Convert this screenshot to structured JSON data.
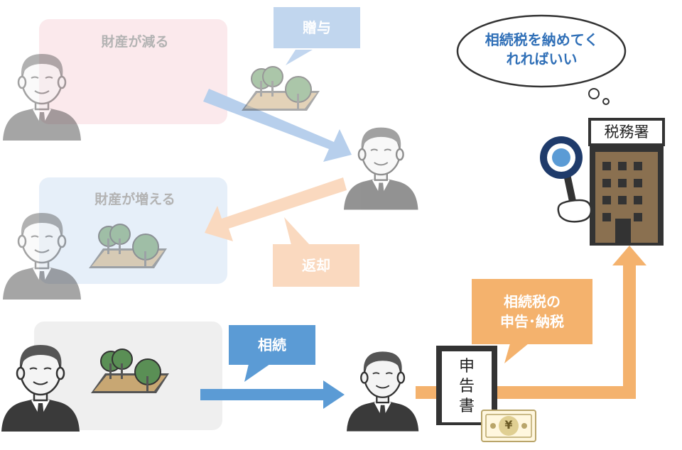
{
  "panels": {
    "decrease": {
      "title": "財産が減る"
    },
    "increase": {
      "title": "財産が増える"
    }
  },
  "callouts": {
    "gift": "贈与",
    "return": "返却",
    "inherit": "相続",
    "filing_line1": "相続税の",
    "filing_line2": "申告･納税"
  },
  "thought": {
    "line1": "相続税を納めてく",
    "line2": "れればいい"
  },
  "tax_office": {
    "sign": "税務署"
  },
  "document": {
    "chars": [
      "申",
      "告",
      "書"
    ]
  },
  "money": {
    "symbol": "¥"
  },
  "colors": {
    "pink_panel": "#fbe9ec",
    "blue_panel": "#e6eff9",
    "gray_panel": "#efefef",
    "gift_blue": "#b7cfec",
    "return_orange": "#fad9bf",
    "inherit_blue": "#5b9bd5",
    "tax_orange": "#f4b26d",
    "building_brown": "#8a7050",
    "thought_text": "#2f6fb7"
  }
}
